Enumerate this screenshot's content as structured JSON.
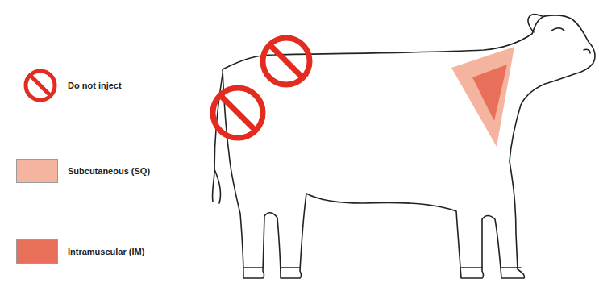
{
  "diagram": {
    "legend": [
      {
        "text": "Do not inject"
      },
      {
        "text": "Subcutaneous (SQ)",
        "color": "#f4b4a0"
      },
      {
        "text": "Intramuscular (IM)",
        "color": "#e8705a"
      }
    ]
  }
}
